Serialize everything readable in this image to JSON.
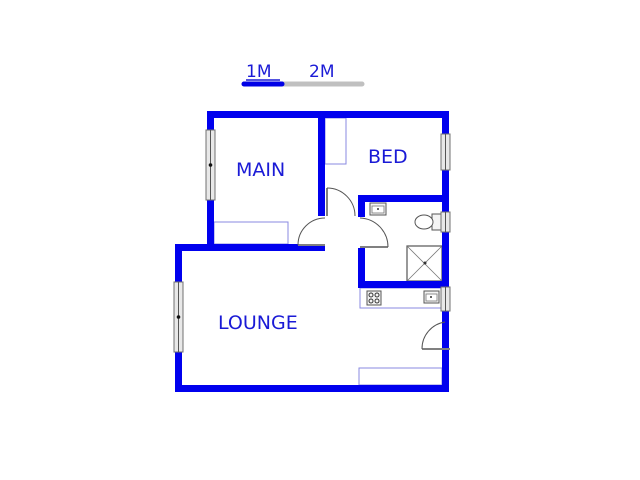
{
  "scale_bar": {
    "label_1": "1M",
    "label_2": "2M",
    "filled_color": "#0000e6",
    "empty_color": "#c0c0c0"
  },
  "rooms": [
    {
      "name": "MAIN"
    },
    {
      "name": "BED"
    },
    {
      "name": "LOUNGE"
    }
  ],
  "colors": {
    "wall": "#0000ee",
    "label": "#1a1ad6",
    "fixture_line": "#8a8ae0",
    "window_fill": "#e8e8e8",
    "window_stroke": "#707070"
  }
}
